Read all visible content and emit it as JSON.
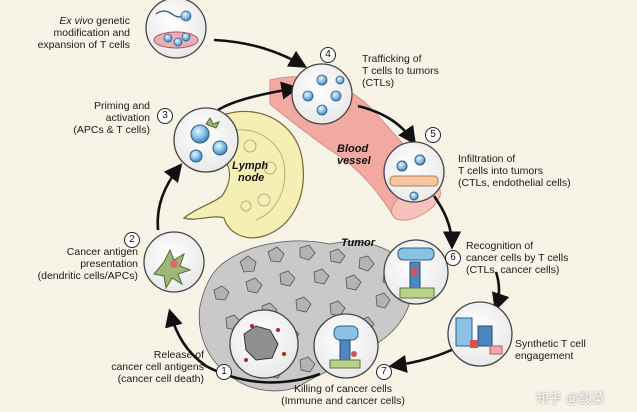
{
  "steps": {
    "s0": {
      "title_italic": "Ex vivo",
      "title_rest": " genetic",
      "line2": "modification and",
      "line3": "expansion of T cells"
    },
    "s1": {
      "num": "1",
      "line1": "Release of",
      "line2": "cancer cell antigens",
      "line3": "(cancer cell death)"
    },
    "s2": {
      "num": "2",
      "line1": "Cancer antigen",
      "line2": "presentation",
      "line3": "(dendritic cells/APCs)"
    },
    "s3": {
      "num": "3",
      "line1": "Priming and",
      "line2": "activation",
      "line3": "(APCs & T cells)"
    },
    "s4": {
      "num": "4",
      "line1": "Trafficking of",
      "line2": "T cells to tumors",
      "line3": "(CTLs)"
    },
    "s5": {
      "num": "5",
      "line1": "Infiltration of",
      "line2": "T cells into tumors",
      "line3": "(CTLs, endothelial cells)"
    },
    "s6": {
      "num": "6",
      "line1": "Recognition of",
      "line2": "cancer cells by T cells",
      "line3": "(CTLs, cancer cells)"
    },
    "s7": {
      "num": "7",
      "line1": "Killing of cancer cells",
      "line2": "(Immune and cancer cells)"
    },
    "s8": {
      "line1": "Synthetic T cell",
      "line2": "engagement"
    }
  },
  "organs": {
    "lymph_line1": "Lymph",
    "lymph_line2": "node",
    "vessel_line1": "Blood",
    "vessel_line2": "vessel",
    "tumor": "Tumor"
  },
  "watermark": "知乎 @酸菜",
  "colors": {
    "background": "#f7f3e6",
    "vessel": "#f2a9a2",
    "lymph_node": "#f6efb4",
    "tumor_cells": "#c9c9c9",
    "t_cell": "#7fb6df",
    "cycle_line": "#111111"
  }
}
